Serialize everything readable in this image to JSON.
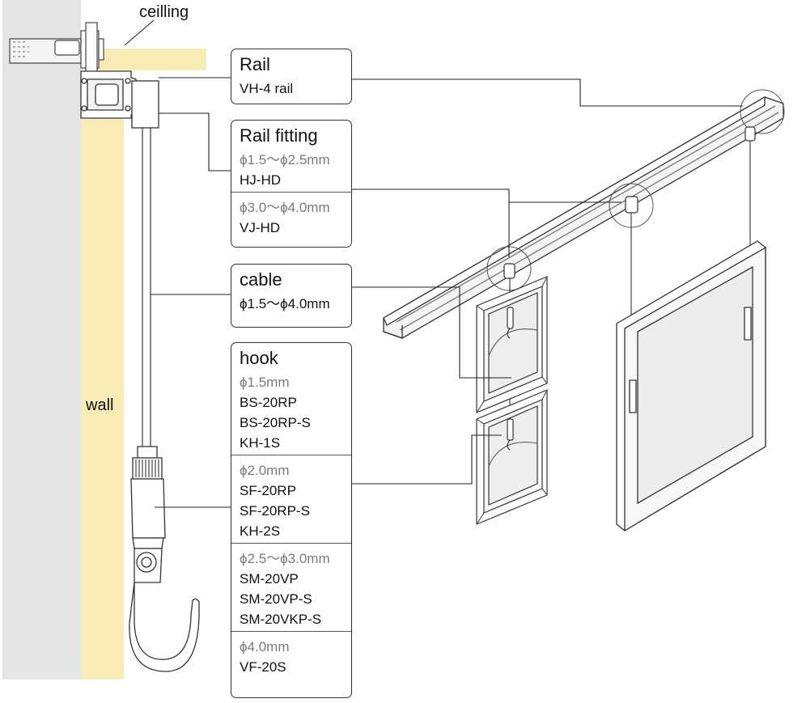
{
  "labels": {
    "ceiling": "ceilling",
    "wall": "wall"
  },
  "rail_box": {
    "title": "Rail",
    "code": "VH-4 rail"
  },
  "fitting_box": {
    "title": "Rail fitting",
    "groups": [
      {
        "dim": "ϕ1.5〜ϕ2.5mm",
        "codes": [
          "HJ-HD"
        ]
      },
      {
        "dim": "ϕ3.0〜ϕ4.0mm",
        "codes": [
          "VJ-HD"
        ]
      }
    ]
  },
  "cable_box": {
    "title": "cable",
    "dim": "ϕ1.5〜ϕ4.0mm"
  },
  "hook_box": {
    "title": "hook",
    "groups": [
      {
        "dim": "ϕ1.5mm",
        "codes": [
          "BS-20RP",
          "BS-20RP-S",
          "KH-1S"
        ]
      },
      {
        "dim": "ϕ2.0mm",
        "codes": [
          "SF-20RP",
          "SF-20RP-S",
          "KH-2S"
        ]
      },
      {
        "dim": "ϕ2.5〜ϕ3.0mm",
        "codes": [
          "SM-20VP",
          "SM-20VP-S",
          "SM-20VKP-S"
        ]
      },
      {
        "dim": "ϕ4.0mm",
        "codes": [
          "VF-20S"
        ]
      }
    ]
  },
  "colors": {
    "wall_grey": "#e3e5e6",
    "plaster": "#f8ecb6",
    "line": "#222222"
  }
}
